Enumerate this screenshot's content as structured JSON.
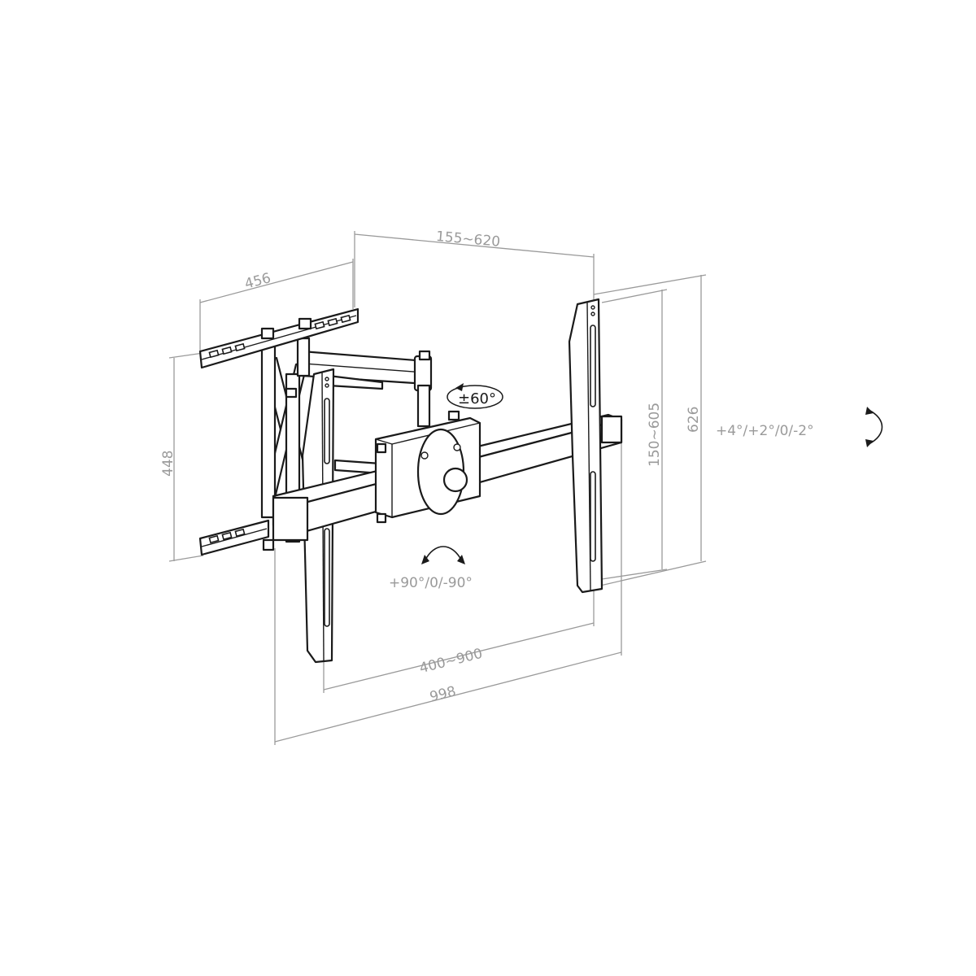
{
  "dimensions": {
    "arm_extension": "155~620",
    "wall_plate_width": "456",
    "wall_plate_height": "448",
    "vertical_mount_range": "150~605",
    "overall_height": "626",
    "horizontal_mount_range": "400~900",
    "overall_width": "998"
  },
  "angles": {
    "swivel": "±60°",
    "tilt": "+4°/+2°/0/-2°",
    "rotation": "+90°/0/-90°"
  }
}
